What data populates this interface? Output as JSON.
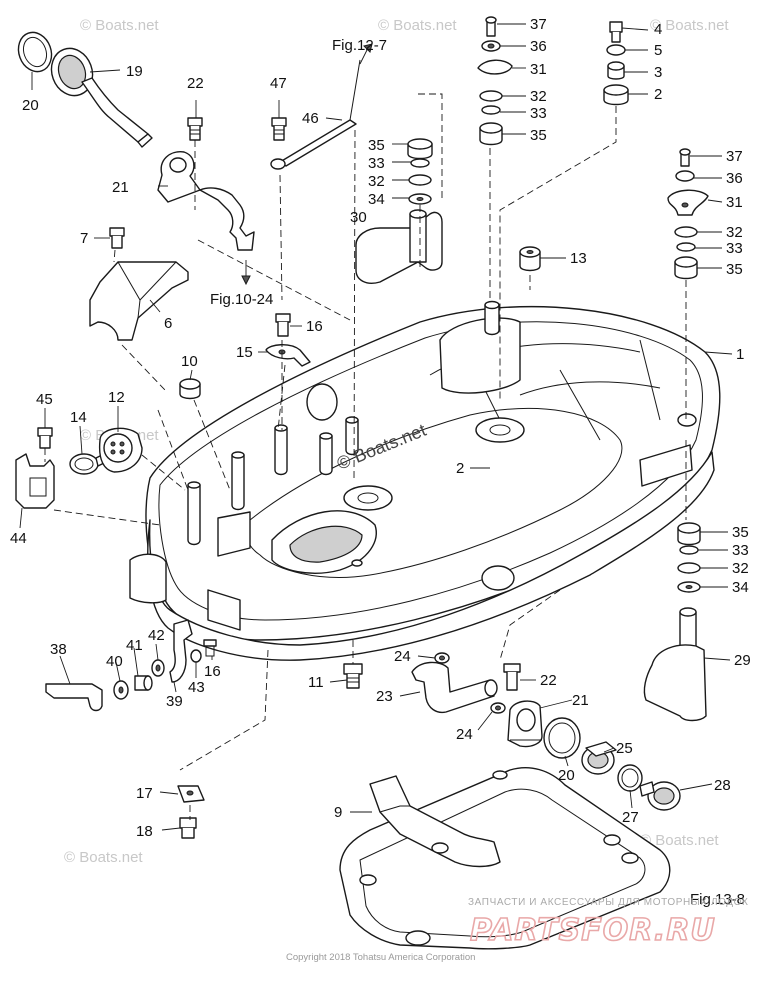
{
  "fig_refs": {
    "top": "Fig.12-7",
    "left": "Fig.10-24",
    "bottom": "Fig.13-8"
  },
  "callouts": {
    "c20a": "20",
    "c19": "19",
    "c22a": "22",
    "c21a": "21",
    "c47": "47",
    "c46": "46",
    "c37a": "37",
    "c36a": "36",
    "c31a": "31",
    "c32a": "32",
    "c33a": "33",
    "c35a": "35",
    "c4": "4",
    "c5": "5",
    "c3": "3",
    "c2a": "2",
    "c35b": "35",
    "c33b": "33",
    "c32b": "32",
    "c34a": "34",
    "c30": "30",
    "c37b": "37",
    "c36b": "36",
    "c31b": "31",
    "c32c": "32",
    "c33c": "33",
    "c35c": "35",
    "c7": "7",
    "c6": "6",
    "c13": "13",
    "c16a": "16",
    "c15": "15",
    "c1": "1",
    "c10": "10",
    "c45": "45",
    "c12": "12",
    "c14": "14",
    "c44": "44",
    "c2b": "2",
    "c35d": "35",
    "c33d": "33",
    "c32d": "32",
    "c34b": "34",
    "c29": "29",
    "c38": "38",
    "c40": "40",
    "c41": "41",
    "c42": "42",
    "c39": "39",
    "c43": "43",
    "c16b": "16",
    "c11": "11",
    "c24a": "24",
    "c23": "23",
    "c22b": "22",
    "c21b": "21",
    "c24b": "24",
    "c25": "25",
    "c20b": "20",
    "c28": "28",
    "c27": "27",
    "c17": "17",
    "c18": "18",
    "c9": "9"
  },
  "watermarks": {
    "main": "© Boats.net",
    "repeat": "© Boats.net"
  },
  "shop_text": "ЗАПЧАСТИ И АКСЕССУАРЫ ДЛЯ МОТОРНЫХ ЛОДОК",
  "brand_logo_text": "PARTSFOR.RU",
  "copyright": "Copyright 2018 Tohatsu America Corporation",
  "colors": {
    "line": "#1a1a1a",
    "background": "#ffffff",
    "watermark": "#c8c8c8",
    "brand": "#e9a8a8"
  }
}
